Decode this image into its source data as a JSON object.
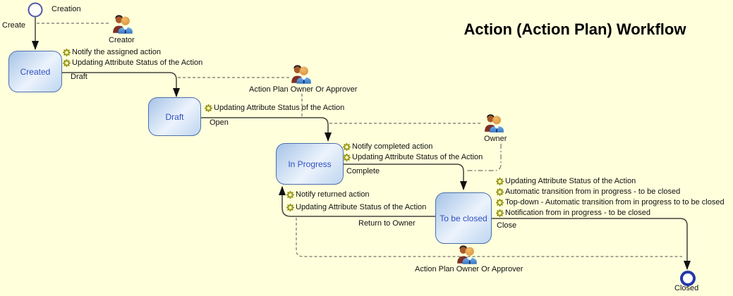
{
  "title": "Action (Action Plan) Workflow",
  "nodes": {
    "start": {
      "label": "Creation"
    },
    "end": {
      "label": "Closed"
    }
  },
  "states": {
    "created": {
      "label": "Created"
    },
    "draft": {
      "label": "Draft"
    },
    "in_progress": {
      "label": "In Progress"
    },
    "to_be_closed": {
      "label": "To be closed"
    }
  },
  "roles": {
    "creator": {
      "label": "Creator"
    },
    "apoa_top": {
      "label": "Action Plan Owner Or Approver"
    },
    "owner": {
      "label": "Owner"
    },
    "apoa_bottom": {
      "label": "Action Plan Owner Or Approver"
    }
  },
  "transitions": {
    "create": {
      "label": "Create",
      "actions": []
    },
    "draft": {
      "label": "Draft",
      "actions": [
        "Notify the assigned action",
        "Updating Attribute Status of the Action"
      ]
    },
    "open": {
      "label": "Open",
      "actions": [
        "Updating Attribute Status of the Action"
      ]
    },
    "complete": {
      "label": "Complete",
      "actions": [
        "Notify completed action",
        "Updating Attribute Status of the Action"
      ]
    },
    "return_to_owner": {
      "label": "Return to Owner",
      "actions": [
        "Notify returned action",
        "Updating Attribute Status of the Action"
      ]
    },
    "close": {
      "label": "Close",
      "actions": [
        "Updating Attribute Status of the Action",
        "Automatic transition from in progress - to be closed",
        "Top-down - Automatic transition from in progress to to be closed",
        "Notification from in progress - to be closed"
      ]
    }
  },
  "colors": {
    "background": "#FFFFDC",
    "state_fill_light": "#ECF3FC",
    "state_fill_dark": "#A5C3E7",
    "state_border": "#4A6FAE",
    "state_text": "#3050C0",
    "line": "#44443C",
    "dashed_line": "#75756A",
    "gear": "#9A9A1C",
    "start_node_border": "#5155AC",
    "end_node_border": "#2636AC",
    "title_text": "#000000"
  }
}
